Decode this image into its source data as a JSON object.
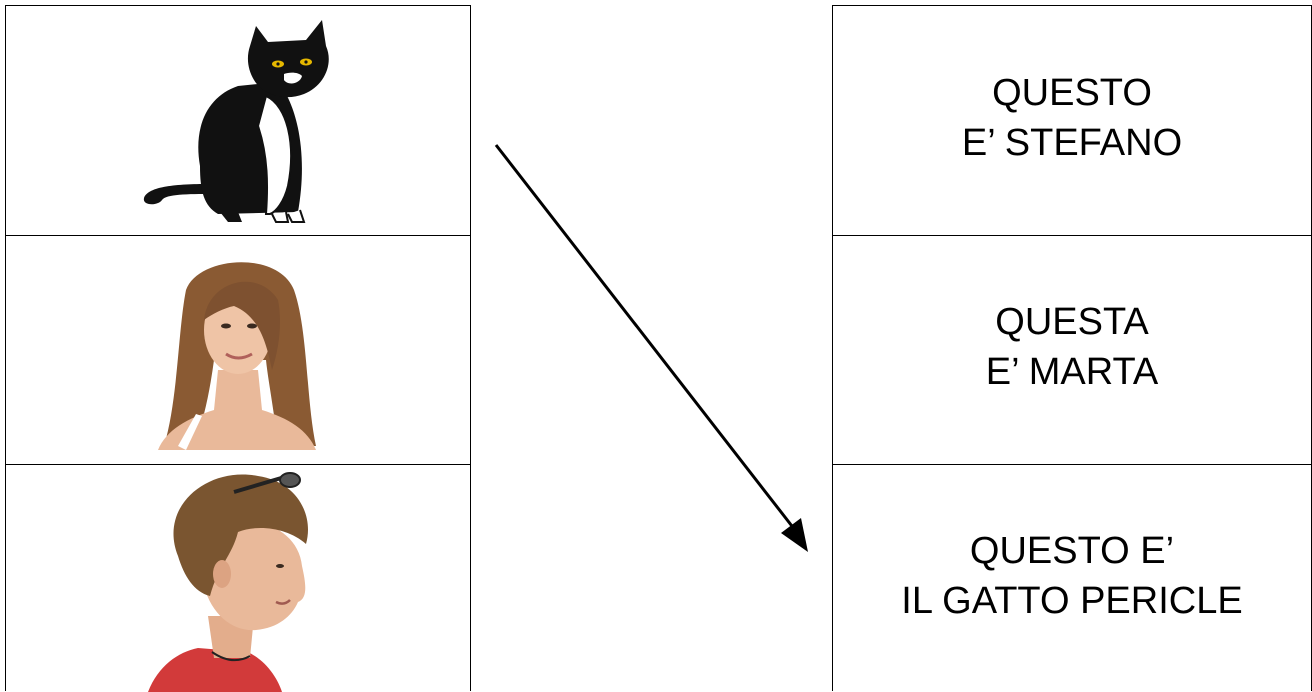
{
  "left_cards": [
    {
      "picture": "black-cat-icon"
    },
    {
      "picture": "girl-long-hair-portrait-icon"
    },
    {
      "picture": "boy-profile-portrait-icon"
    }
  ],
  "right_cards": [
    {
      "line1": "QUESTO",
      "line2": "E’ STEFANO"
    },
    {
      "line1": "QUESTA",
      "line2": "E’ MARTA"
    },
    {
      "line1": "QUESTO E’",
      "line2": "IL GATTO PERICLE"
    }
  ],
  "colors": {
    "border": "#000000",
    "cat_eyes": "#e6b800",
    "hair_girl": "#8a5a33",
    "hair_boy": "#7a5530",
    "skin": "#e9b99a",
    "shirt_boy": "#d23a3a"
  }
}
